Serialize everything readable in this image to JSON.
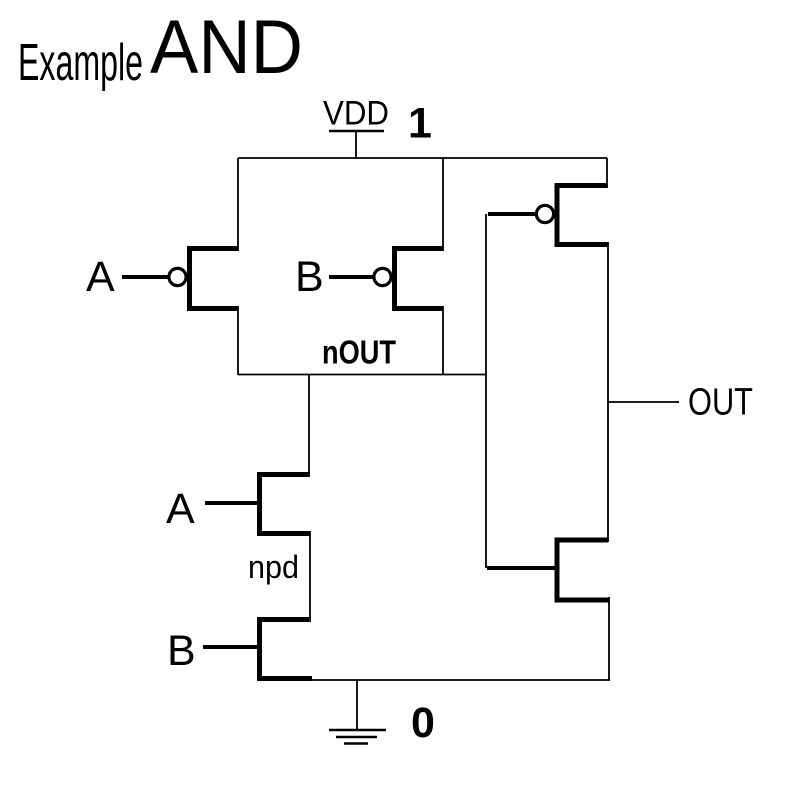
{
  "title": {
    "prefix": "Example",
    "gate_name": "AND"
  },
  "power": {
    "vdd_label": "VDD",
    "logic_high_label": "1",
    "logic_low_label": "0"
  },
  "nets": {
    "intermediate_label": "nOUT",
    "pulldown_network_label": "npd",
    "output_label": "OUT"
  },
  "inputs": {
    "pullup_a_label": "A",
    "pullup_b_label": "B",
    "pulldown_a_label": "A",
    "pulldown_b_label": "B"
  },
  "icons": {
    "vdd_rail": "vdd-supply-symbol",
    "ground": "earth-ground-symbol",
    "inversion_bubble": "not-bubble"
  },
  "colors": {
    "ink": "#000000",
    "background": "#ffffff"
  }
}
